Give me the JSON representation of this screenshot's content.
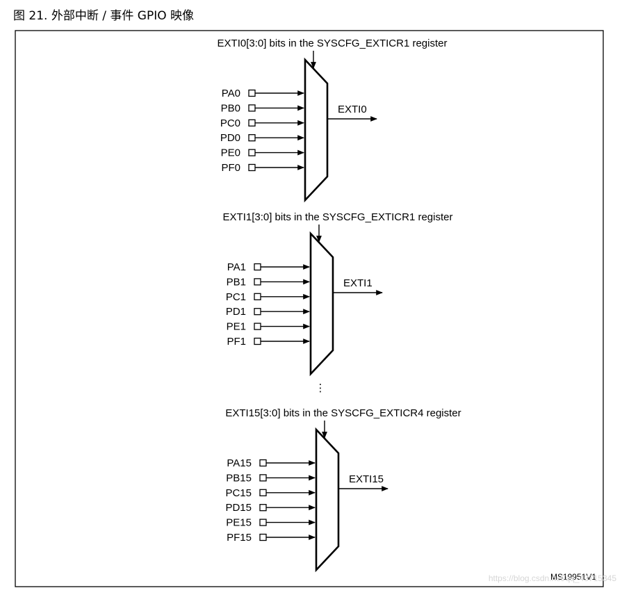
{
  "figure_title": "图 21. 外部中断 / 事件 GPIO 映像",
  "figure_code": "MS19951V1",
  "watermark": "https://blog.csdn.net/qq_43715345",
  "ellipsis": "⋮",
  "muxes": [
    {
      "select_label": "EXTI0[3:0] bits in the SYSCFG_EXTICR1 register",
      "inputs": [
        "PA0",
        "PB0",
        "PC0",
        "PD0",
        "PE0",
        "PF0"
      ],
      "output": "EXTI0"
    },
    {
      "select_label": "EXTI1[3:0] bits in the SYSCFG_EXTICR1 register",
      "inputs": [
        "PA1",
        "PB1",
        "PC1",
        "PD1",
        "PE1",
        "PF1"
      ],
      "output": "EXTI1"
    },
    {
      "select_label": "EXTI15[3:0] bits in the SYSCFG_EXTICR4 register",
      "inputs": [
        "PA15",
        "PB15",
        "PC15",
        "PD15",
        "PE15",
        "PF15"
      ],
      "output": "EXTI15"
    }
  ]
}
